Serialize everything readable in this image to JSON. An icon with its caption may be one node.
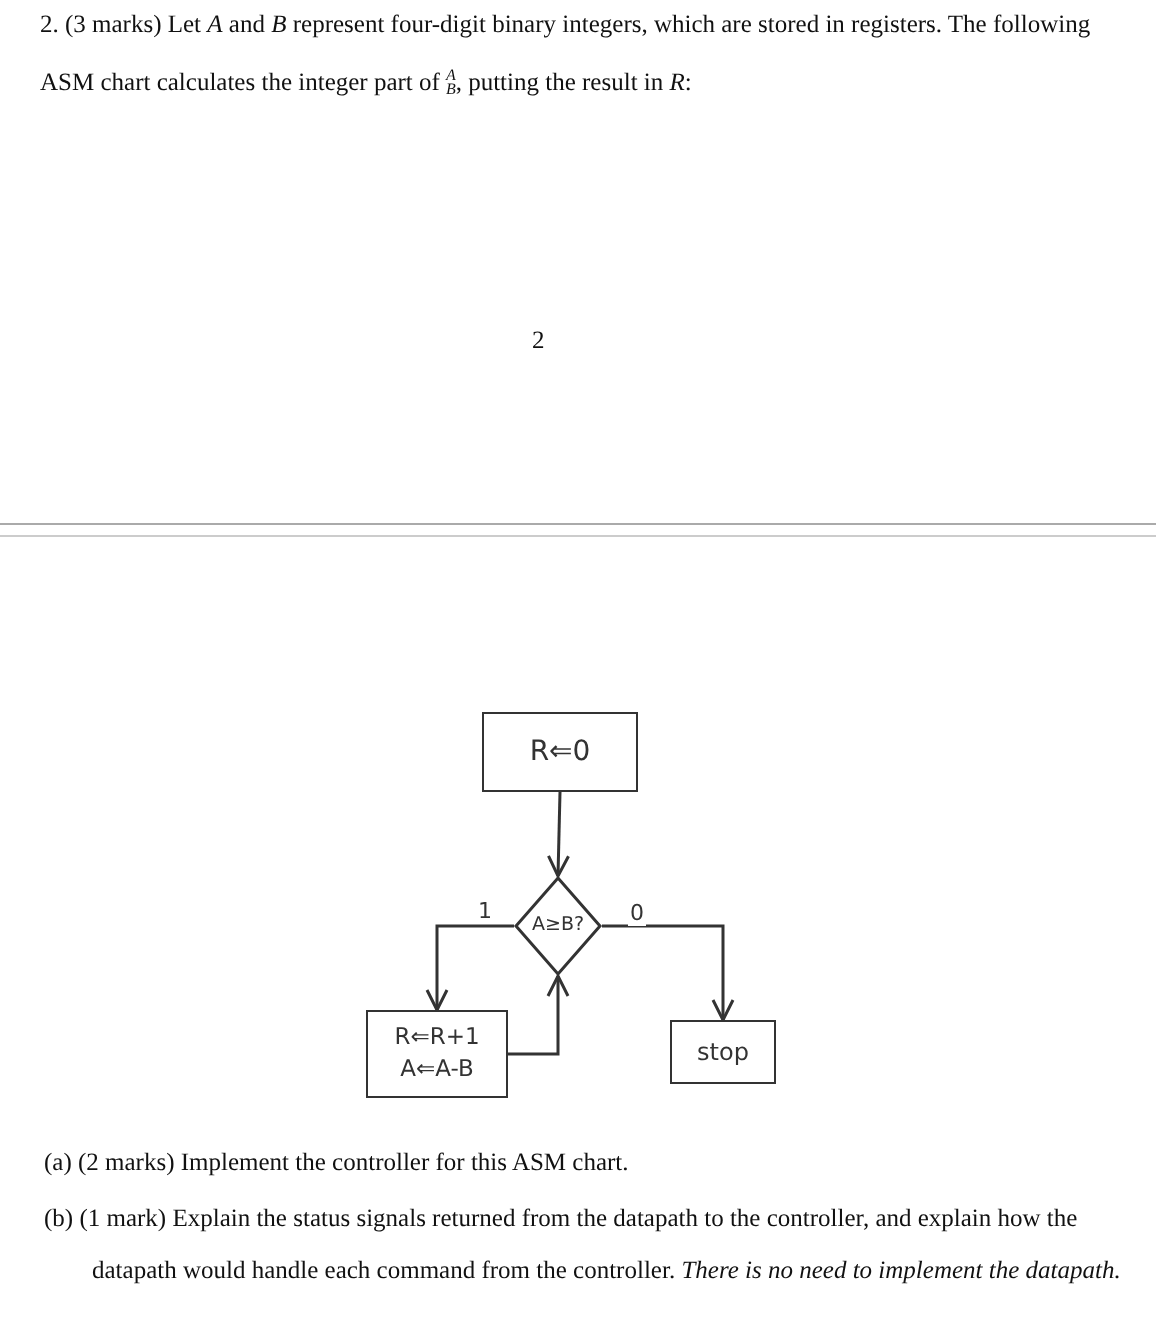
{
  "diagram": {
    "nodes": [
      {
        "text": [
          "R⇐0"
        ]
      },
      {
        "text": [
          "A≥B?"
        ]
      },
      {
        "text": [
          "R⇐R+1",
          "A⇐A-B"
        ]
      },
      {
        "text": [
          "stop"
        ]
      }
    ],
    "edges": [
      {
        "from": 0,
        "to": 1,
        "arrow": "to"
      },
      {
        "from": 1,
        "to": 2,
        "arrow": "to",
        "label": "1"
      },
      {
        "from": 1,
        "to": 3,
        "arrow": "to",
        "label": "0"
      },
      {
        "from": 2,
        "to": 1,
        "arrow": "to"
      }
    ],
    "labels": [
      "2. (3 marks) Let *A* and *B* represent four-digit binary integers, which are stored in registers. The following ASM chart calculates the integer part of $^{A}$$_{B}$, putting the result in *R*:",
      "2",
      "(a) (2 marks) Implement the controller for this ASM chart.",
      "(b) (1 mark) Explain the status signals returned from the datapath to the controller, and explain how the datapath would handle each command from the controller. *There is no need to implement the datapath.*"
    ]
  }
}
